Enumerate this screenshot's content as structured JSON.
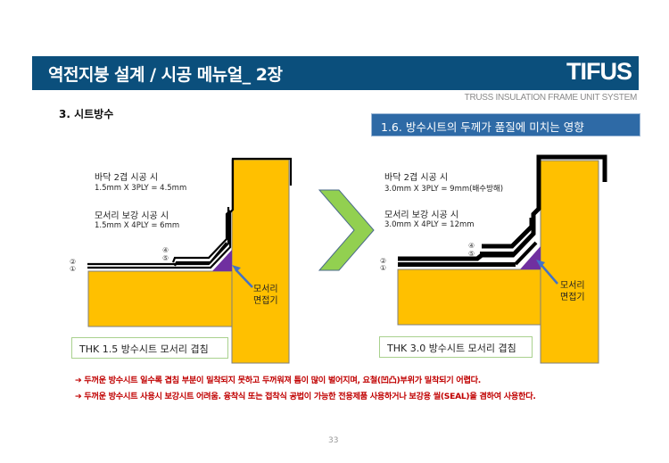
{
  "header": {
    "title": "역전지붕 설계 / 시공 메뉴얼_ 2장",
    "brand": "TIFUS",
    "brand_subtitle": "TRUSS INSULATION FRAME UNIT SYSTEM",
    "bar_color": "#0b4f7c"
  },
  "section": {
    "label": "3. 시트방수"
  },
  "subsection": {
    "title": "1.6. 방수시트의 두께가 품질에 미치는 영향",
    "color": "#2e6aa6"
  },
  "left_diagram": {
    "floor_label": "바닥 2겹 시공 시",
    "floor_spec": "1.5mm X 3PLY  = 4.5mm",
    "corner_label": "모서리 보강 시공 시",
    "corner_spec": "1.5mm X 4PLY = 6mm",
    "layer_numbers": [
      "④",
      "⑤",
      "②",
      "①"
    ],
    "callout": [
      "모서리",
      "면접기"
    ],
    "caption": "THK 1.5  방수시트 모서리 겹침"
  },
  "right_diagram": {
    "floor_label": "바닥 2겹 시공 시",
    "floor_spec": "3.0mm X 3PLY = 9mm(배수방해)",
    "corner_label": "모서리 보강 시공 시",
    "corner_spec": "3.0mm X 4PLY = 12mm",
    "layer_numbers": [
      "④",
      "⑤",
      "②",
      "①"
    ],
    "callout": [
      "모서리",
      "면접기"
    ],
    "caption": "THK 3.0  방수시트 모서리 겹침"
  },
  "colors": {
    "structure": "#ffc000",
    "fillet": "#7030a0",
    "arrow": "#4472c4",
    "chevron": "#92d050",
    "note": "#c00000"
  },
  "notes": [
    "➔ 두꺼운 방수시트 일수록 겹침 부분이 밀착되지 못하고 두꺼워져 틈이 많이 벌어지며, 요철(凹凸)부위가 밀착되기 어렵다.",
    "➔ 두꺼운 방수시트 사용시 보강시트 어려움. 융착식 또는 접착식 공법이 가능한 전용제품 사용하거나 보강용 씰(SEAL)을 겸하여 사용한다."
  ],
  "page_number": "33"
}
